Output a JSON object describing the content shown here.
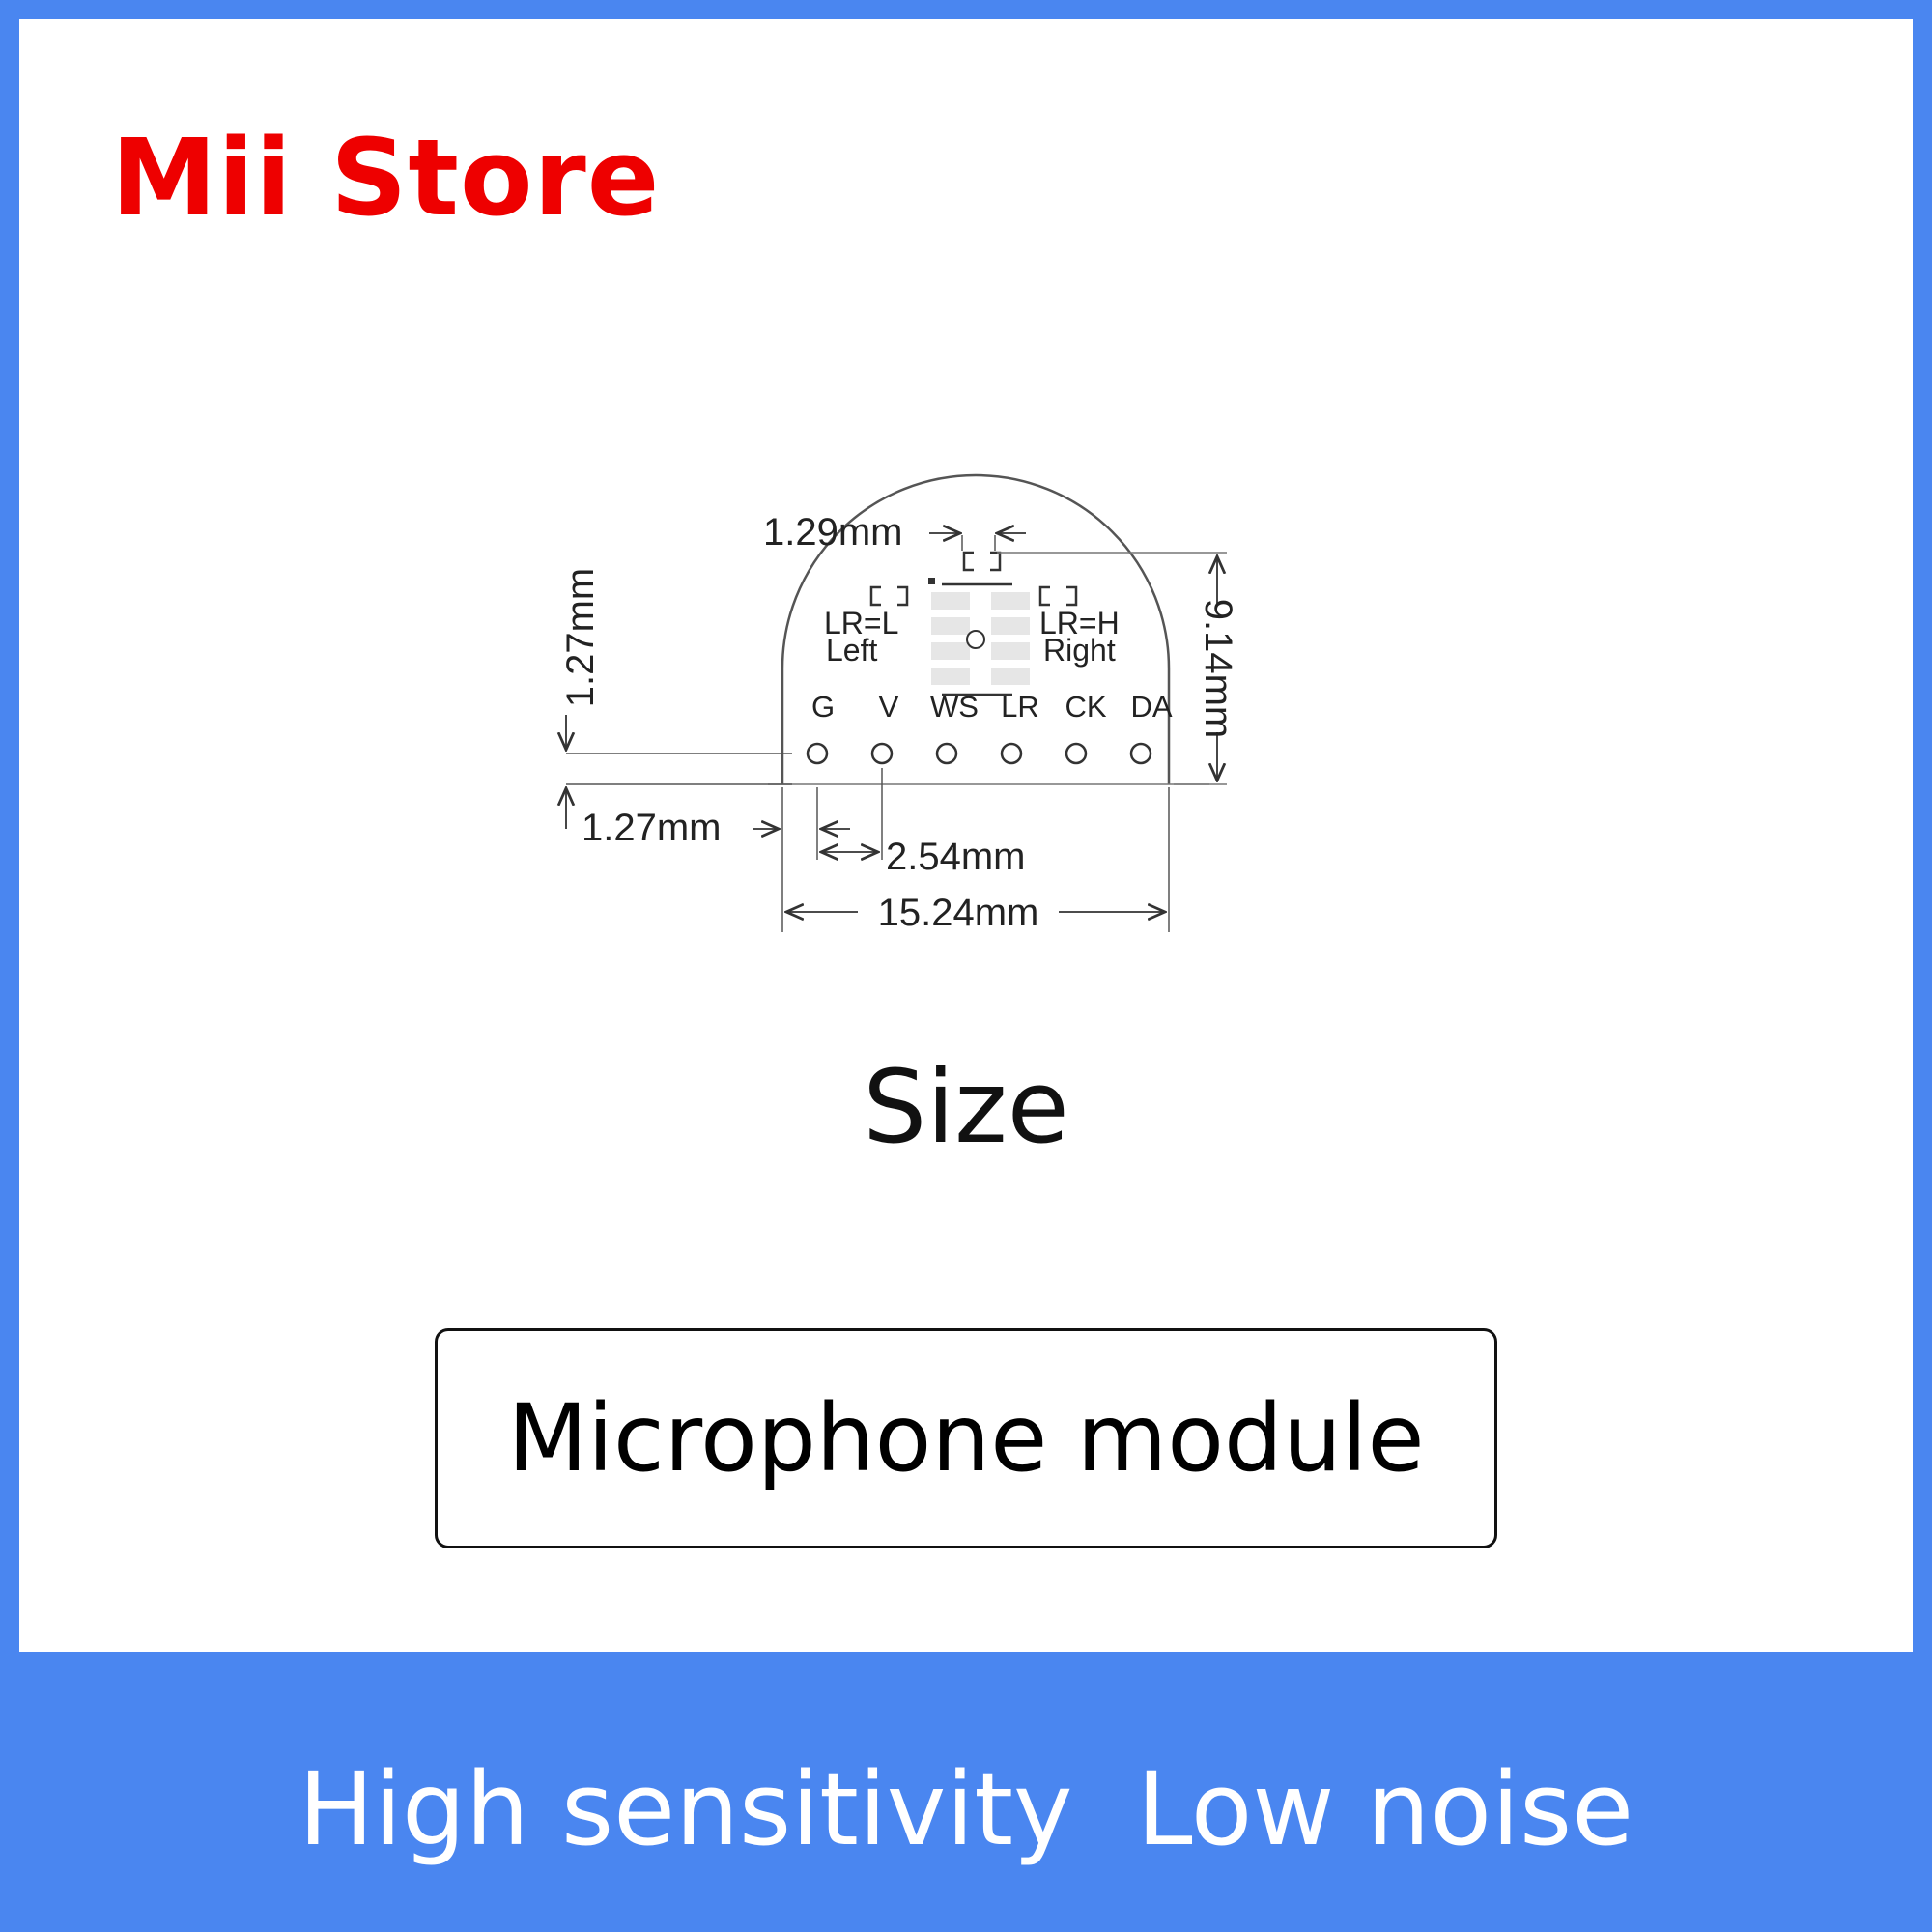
{
  "brand": {
    "name": "Mii Store",
    "color": "#ee0000"
  },
  "colors": {
    "background": "#4a86f0",
    "panel": "#ffffff"
  },
  "diagram": {
    "dimensions": {
      "top_gap": "1.29mm",
      "height": "9.14mm",
      "left_offset": "1.27mm",
      "edge_offset": "1.27mm",
      "pitch": "2.54mm",
      "width": "15.24mm"
    },
    "labels": {
      "left_mode": "LR=L",
      "left_name": "Left",
      "right_mode": "LR=H",
      "right_name": "Right"
    },
    "pins": [
      "G",
      "V",
      "WS",
      "LR",
      "CK",
      "DA"
    ]
  },
  "section_label": "Size",
  "caption": "Microphone module",
  "tagline": "High sensitivity  Low noise"
}
